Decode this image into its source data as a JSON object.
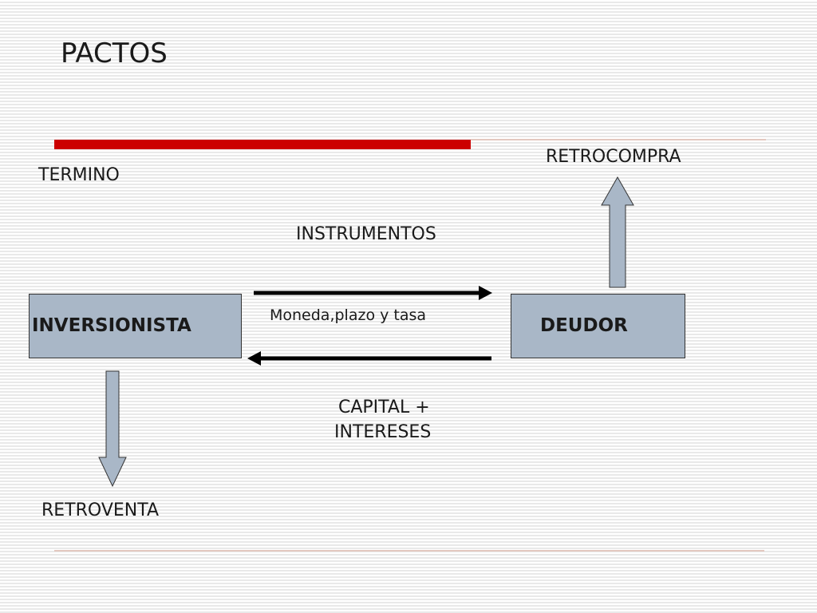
{
  "title": "PACTOS",
  "labels": {
    "termino": "TERMINO",
    "retrocompra": "RETROCOMPRA",
    "instrumentos": "INSTRUMENTOS",
    "moneda": "Moneda,plazo y tasa",
    "capital_line1": "CAPITAL +",
    "capital_line2": "INTERESES",
    "retroventa": "RETROVENTA"
  },
  "boxes": {
    "inversionista": "INVERSIONISTA",
    "deudor": "DEUDOR"
  },
  "colors": {
    "accent_bar": "#cc0000",
    "box_fill": "#a9b7c7",
    "arrow_fill": "#a9b7c7",
    "thin_line": "#e3c8c0"
  }
}
